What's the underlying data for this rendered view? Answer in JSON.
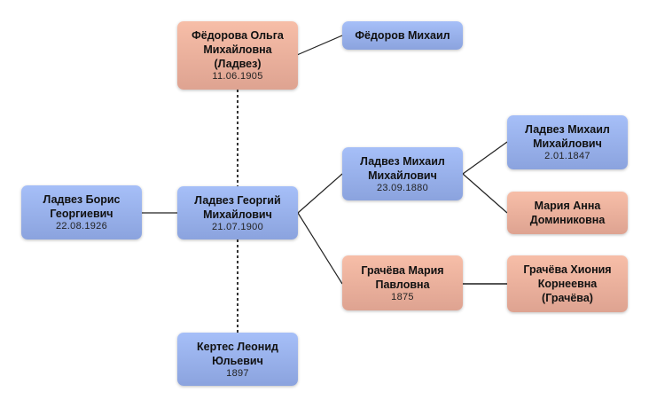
{
  "people": [
    {
      "id": "olga",
      "name": "Фёдорова Ольга Михайловна (Ладвез)",
      "date": "11.06.1905",
      "gender": "female"
    },
    {
      "id": "fedorov",
      "name": "Фёдоров Михаил",
      "date": "",
      "gender": "male"
    },
    {
      "id": "boris",
      "name": "Ладвез Борис Георгиевич",
      "date": "22.08.1926",
      "gender": "male"
    },
    {
      "id": "georgiy",
      "name": "Ладвез Георгий Михайлович",
      "date": "21.07.1900",
      "gender": "male"
    },
    {
      "id": "kertes",
      "name": "Кертес Леонид Юльевич",
      "date": "1897",
      "gender": "male"
    },
    {
      "id": "mikhail1880",
      "name": "Ладвез Михаил Михайлович",
      "date": "23.09.1880",
      "gender": "male"
    },
    {
      "id": "mikhail1847",
      "name": "Ладвез Михаил Михайлович",
      "date": "2.01.1847",
      "gender": "male"
    },
    {
      "id": "mariaanna",
      "name": "Мария Анна Доминиковна",
      "date": "",
      "gender": "female"
    },
    {
      "id": "grachevamaria",
      "name": "Грачёва Мария Павловна",
      "date": "1875",
      "gender": "female"
    },
    {
      "id": "khioniya",
      "name": "Грачёва Хиония Корнеевна (Грачёва)",
      "date": "",
      "gender": "female"
    }
  ],
  "colors": {
    "male": "#98b1ec",
    "female": "#eeb19d",
    "line": "#222222"
  }
}
